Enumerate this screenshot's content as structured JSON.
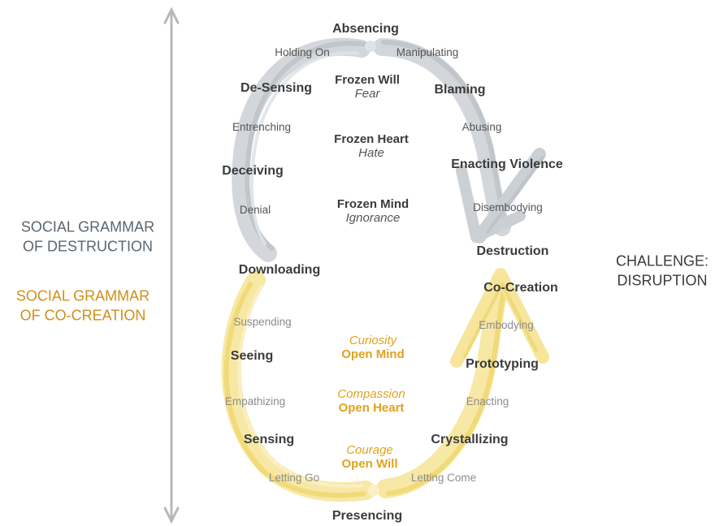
{
  "left_labels": {
    "destruction": [
      "SOCIAL GRAMMAR",
      "OF DESTRUCTION"
    ],
    "co_creation": [
      "SOCIAL GRAMMAR",
      "OF CO-CREATION"
    ]
  },
  "right_label": [
    "CHALLENGE:",
    "DISRUPTION"
  ],
  "stages": {
    "absencing": "Absencing",
    "de_sensing": "De-Sensing",
    "blaming": "Blaming",
    "deceiving": "Deceiving",
    "enacting_violence": "Enacting Violence",
    "destruction": "Destruction",
    "downloading": "Downloading",
    "co_creation": "Co-Creation",
    "seeing": "Seeing",
    "prototyping": "Prototyping",
    "sensing": "Sensing",
    "crystallizing": "Crystallizing",
    "presencing": "Presencing"
  },
  "transitions": {
    "holding_on": "Holding On",
    "manipulating": "Manipulating",
    "entrenching": "Entrenching",
    "abusing": "Abusing",
    "denial": "Denial",
    "disembodying": "Disembodying",
    "suspending": "Suspending",
    "embodying": "Embodying",
    "empathizing": "Empathizing",
    "enacting": "Enacting",
    "letting_go": "Letting Go",
    "letting_come": "Letting Come"
  },
  "inner_destruction": [
    {
      "title": "Frozen Will",
      "emotion": "Fear"
    },
    {
      "title": "Frozen Heart",
      "emotion": "Hate"
    },
    {
      "title": "Frozen Mind",
      "emotion": "Ignorance"
    }
  ],
  "inner_co_creation": [
    {
      "quality": "Curiosity",
      "title": "Open Mind"
    },
    {
      "quality": "Compassion",
      "title": "Open Heart"
    },
    {
      "quality": "Courage",
      "title": "Open Will"
    }
  ],
  "colors": {
    "gray_stroke": "#c7ccd1",
    "yellow_stroke": "#f3df85",
    "axis": "#b8b8b8",
    "destruction_label": "#5b6670",
    "co_creation_label": "#d08e1a",
    "accent_yellow": "#e1a21d"
  }
}
